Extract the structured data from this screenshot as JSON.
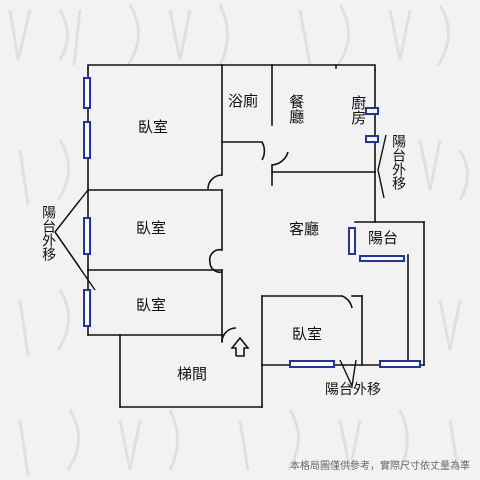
{
  "rooms": {
    "bedroom_top": "臥室",
    "bedroom_mid": "臥室",
    "bedroom_bottom": "臥室",
    "bedroom_right": "臥室",
    "bathroom": "浴廁",
    "dining": "餐廳",
    "kitchen": "廚房",
    "living": "客廳",
    "balcony": "陽台",
    "stairs": "梯間"
  },
  "annotations": {
    "balcony_moved_left": "陽台外移",
    "balcony_moved_top_right": "陽台外移",
    "balcony_moved_bottom": "陽台外移"
  },
  "footer": {
    "note": "本格局圖僅供參考，實際尺寸依丈量為準"
  },
  "colors": {
    "wall": "#111111",
    "window": "#2233aa",
    "background": "#f2f2f2",
    "watermark": "#e2e2e2"
  }
}
